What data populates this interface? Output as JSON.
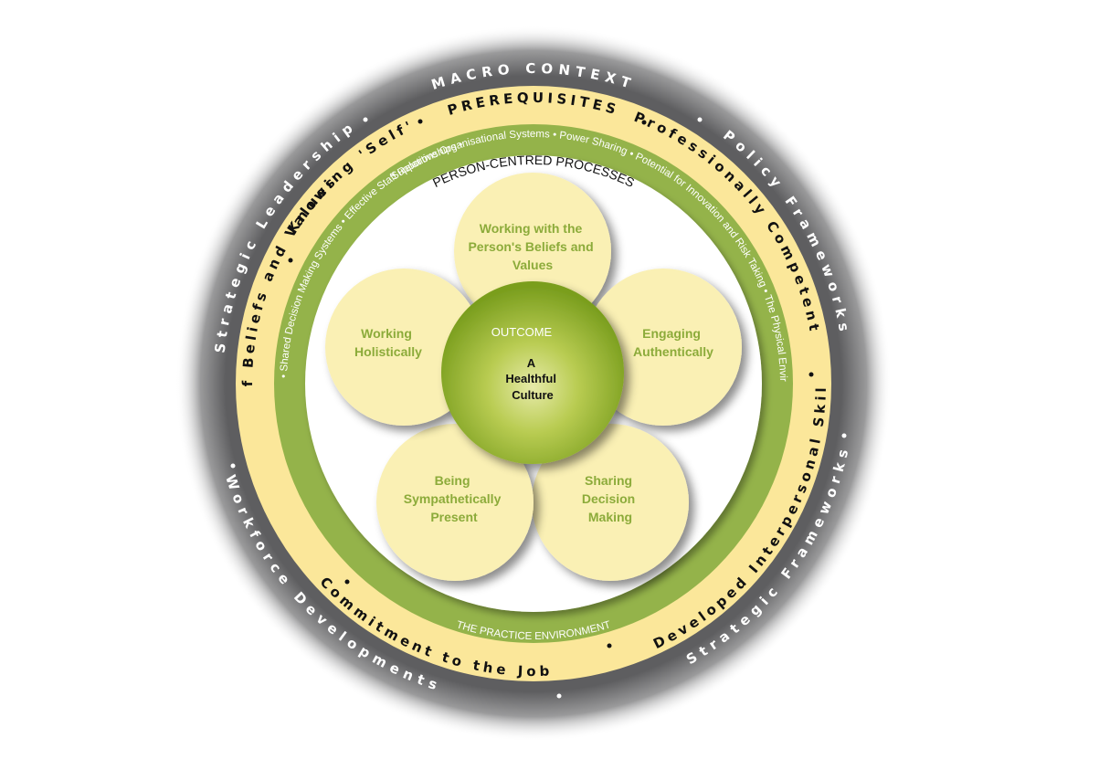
{
  "diagram": {
    "title": "Person-Centred Practice Framework",
    "colors": {
      "macro_ring": "#5e5e60",
      "prereq_ring": "#fbe79a",
      "environment_ring": "#94b34a",
      "petal_fill": "#faf0b4",
      "petal_text": "#8cab3a",
      "outcome_center": "#d7e08a",
      "outcome_edge": "#7a9e1e"
    },
    "macro_context": {
      "top_label": "MACRO CONTEXT",
      "items": [
        "Policy Frameworks",
        "Strategic Frameworks",
        "Workforce Developments",
        "Strategic Leadership"
      ],
      "separator": "•"
    },
    "prerequisites": {
      "top_label": "PREREQUISITES",
      "items": [
        "Professionally Competent",
        "Developed Interpersonal Skills",
        "Commitment to the Job",
        "Clarity of Beliefs and Values",
        "Knowing 'Self'"
      ],
      "separator": "•"
    },
    "practice_environment": {
      "label": "THE PRACTICE ENVIRONMENT",
      "items_text": "Supportive Organisational Systems • Power Sharing • Potential for Innovation and Risk Taking • The Physical Environment •",
      "items_text_left": "• Appropriate Skill Mix • Shared Decision Making Systems • Effective Staff Relationships •"
    },
    "person_centred_processes": {
      "label": "PERSON-CENTRED PROCESSES",
      "petals": [
        {
          "lines": [
            "Working with the",
            "Person's Beliefs and",
            "Values"
          ]
        },
        {
          "lines": [
            "Engaging",
            "Authentically"
          ]
        },
        {
          "lines": [
            "Sharing",
            "Decision",
            "Making"
          ]
        },
        {
          "lines": [
            "Being",
            "Sympathetically",
            "Present"
          ]
        },
        {
          "lines": [
            "Working",
            "Holistically"
          ]
        }
      ]
    },
    "outcome": {
      "label": "OUTCOME",
      "lines": [
        "A",
        "Healthful",
        "Culture"
      ]
    }
  }
}
